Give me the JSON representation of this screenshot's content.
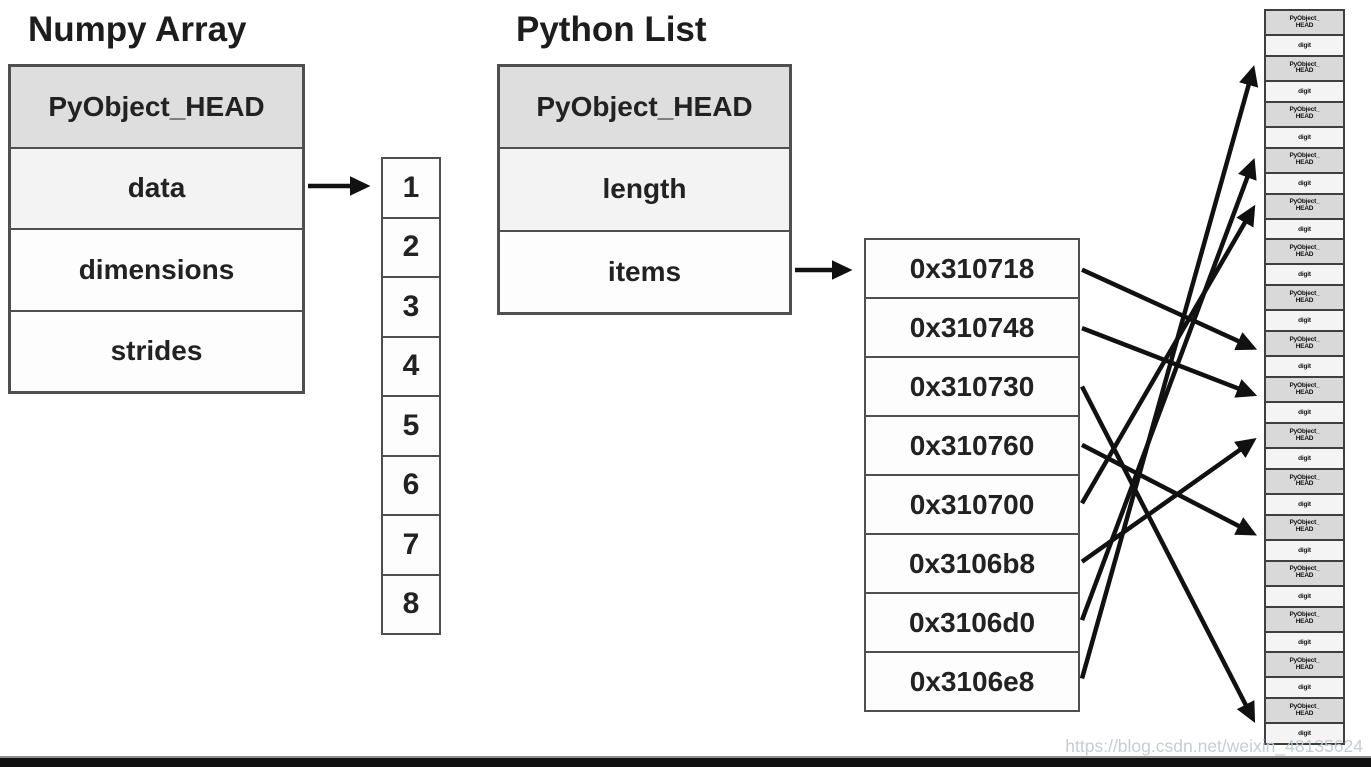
{
  "numpy_struct": {
    "title": "Numpy Array",
    "rows": [
      {
        "label": "PyObject_HEAD",
        "variant": "header"
      },
      {
        "label": "data",
        "variant": "subtle"
      },
      {
        "label": "dimensions",
        "variant": "plain"
      },
      {
        "label": "strides",
        "variant": "plain"
      }
    ]
  },
  "numpy_buffer": {
    "cells": [
      "1",
      "2",
      "3",
      "4",
      "5",
      "6",
      "7",
      "8"
    ]
  },
  "python_struct": {
    "title": "Python List",
    "rows": [
      {
        "label": "PyObject_HEAD",
        "variant": "header"
      },
      {
        "label": "length",
        "variant": "subtle"
      },
      {
        "label": "items",
        "variant": "plain"
      }
    ]
  },
  "pointer_list": {
    "addresses": [
      "0x310718",
      "0x310748",
      "0x310730",
      "0x310760",
      "0x310700",
      "0x3106b8",
      "0x3106d0",
      "0x3106e8"
    ]
  },
  "object_column": {
    "pairs": [
      {
        "head": "PyObject_\nHEAD",
        "value": "digit"
      },
      {
        "head": "PyObject_\nHEAD",
        "value": "digit"
      },
      {
        "head": "PyObject_\nHEAD",
        "value": "digit"
      },
      {
        "head": "PyObject_\nHEAD",
        "value": "digit"
      },
      {
        "head": "PyObject_\nHEAD",
        "value": "digit"
      },
      {
        "head": "PyObject_\nHEAD",
        "value": "digit"
      },
      {
        "head": "PyObject_\nHEAD",
        "value": "digit"
      },
      {
        "head": "PyObject_\nHEAD",
        "value": "digit"
      },
      {
        "head": "PyObject_\nHEAD",
        "value": "digit"
      },
      {
        "head": "PyObject_\nHEAD",
        "value": "digit"
      },
      {
        "head": "PyObject_\nHEAD",
        "value": "digit"
      },
      {
        "head": "PyObject_\nHEAD",
        "value": "digit"
      },
      {
        "head": "PyObject_\nHEAD",
        "value": "digit"
      },
      {
        "head": "PyObject_\nHEAD",
        "value": "digit"
      },
      {
        "head": "PyObject_\nHEAD",
        "value": "digit"
      },
      {
        "head": "PyObject_\nHEAD",
        "value": "digit"
      }
    ]
  },
  "links": [
    {
      "from": 0,
      "to": 7
    },
    {
      "from": 1,
      "to": 8
    },
    {
      "from": 2,
      "to": 15
    },
    {
      "from": 3,
      "to": 11
    },
    {
      "from": 4,
      "to": 4
    },
    {
      "from": 5,
      "to": 9
    },
    {
      "from": 6,
      "to": 3
    },
    {
      "from": 7,
      "to": 1
    }
  ],
  "watermark": "https://blog.csdn.net/weixin_48135624",
  "colors": {
    "header_fill": "#dedede",
    "subtle_fill": "#f3f3f3",
    "plain_fill": "#fdfdfd",
    "object_head_fill": "#d9d9d9",
    "object_value_fill": "#f4f4f4",
    "border": "#4f4f4f",
    "arrow": "#111111",
    "watermark_color": "#c3cad1",
    "bottom_bar": "#101010"
  }
}
